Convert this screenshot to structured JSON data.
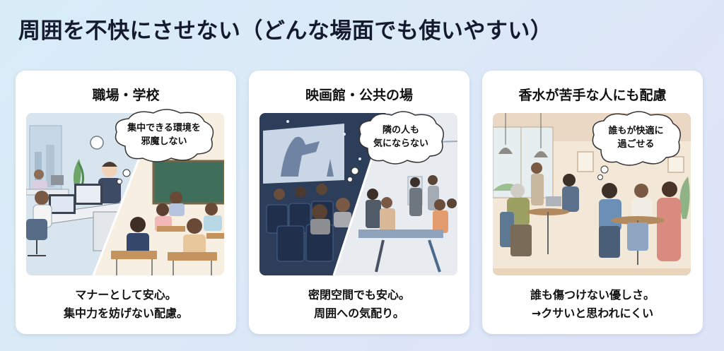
{
  "page": {
    "title": "周囲を不快にさせない（どんな場面でも使いやすい）"
  },
  "cards": [
    {
      "title": "職場・学校",
      "bubble": "集中できる環境を\n邪魔しない",
      "caption_lines": [
        "マナーとして安心。",
        "集中力を妨げない配慮。"
      ],
      "illustration": "office-and-classroom-scene"
    },
    {
      "title": "映画館・公共の場",
      "bubble": "隣の人も\n気にならない",
      "caption_lines": [
        "密閉空間でも安心。",
        "周囲への気配り。"
      ],
      "illustration": "movie-theater-and-train-scene"
    },
    {
      "title": "香水が苦手な人にも配慮",
      "bubble": "誰もが快適に\n過ごせる",
      "caption_lines": [
        "誰も傷つけない優しさ。",
        "→クサいと思われにくい"
      ],
      "illustration": "cafe-scene"
    }
  ],
  "colors": {
    "background_start": "#d8ecf8",
    "background_end": "#dfe3f7",
    "title_text": "#141b2e",
    "card_bg": "#ffffff"
  }
}
